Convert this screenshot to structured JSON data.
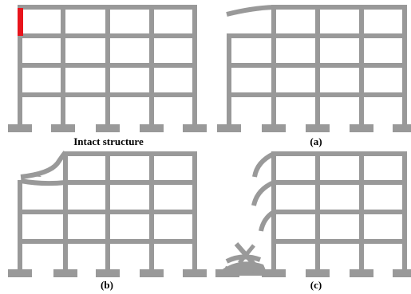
{
  "colors": {
    "frame": "#999999",
    "highlight": "#e8141c",
    "text": "#000000",
    "background": "#ffffff"
  },
  "panels": [
    {
      "id": "intact",
      "caption": "Intact structure"
    },
    {
      "id": "a",
      "caption": "(a)"
    },
    {
      "id": "b",
      "caption": "(b)"
    },
    {
      "id": "c",
      "caption": "(c)"
    }
  ]
}
